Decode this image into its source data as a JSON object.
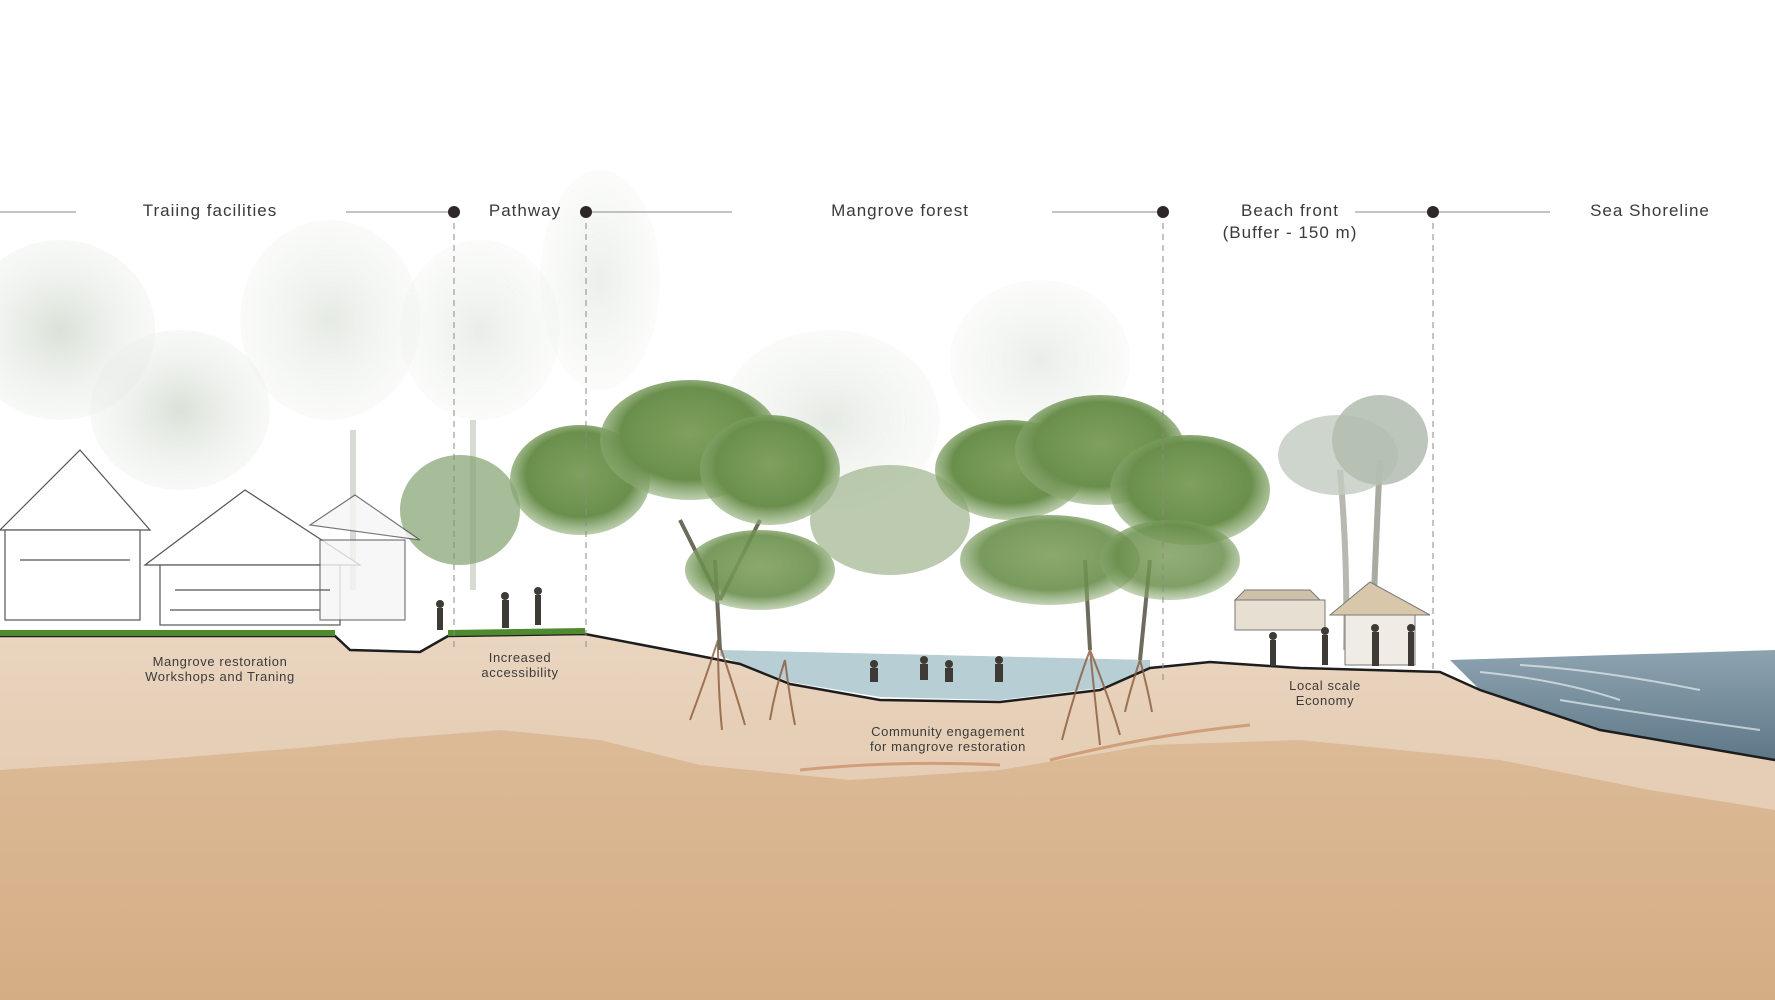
{
  "zones": {
    "training": "Traiing facilities",
    "pathway": "Pathway",
    "mangrove": "Mangrove forest",
    "beach_line1": "Beach front",
    "beach_line2": "(Buffer - 150 m)",
    "shoreline": "Sea Shoreline"
  },
  "annotations": {
    "workshops_line1": "Mangrove restoration",
    "workshops_line2": "Workshops and Traning",
    "access_line1": "Increased",
    "access_line2": "accessibility",
    "community_line1": "Community engagement",
    "community_line2": "for mangrove restoration",
    "economy_line1": "Local scale",
    "economy_line2": "Economy"
  },
  "colors": {
    "soil": "#d8b48e",
    "soil_light": "#e6cbb0",
    "water": "#5f7f8c",
    "sea": "#6f8a99",
    "tree": "#6b8f4e",
    "tree_faded": "#c9d3c3",
    "grass": "#4f8a2e",
    "guide": "#8a8a8a"
  }
}
